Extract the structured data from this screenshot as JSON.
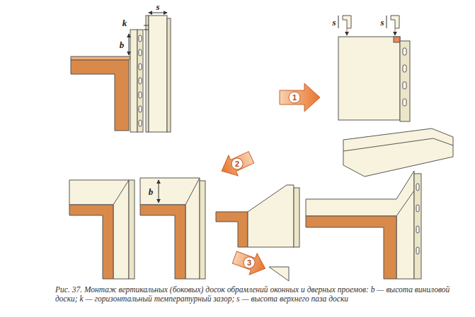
{
  "diagram": {
    "caption": "Рис. 37. Монтаж вертикальных (боковых) досок обрамлений оконных и дверных проемов: b — высота виниловой доски; k — горизонтальный температурный зазор; s — высота верхнего паза доски",
    "labels": [
      "k",
      "b",
      "s",
      "s",
      "s",
      "1",
      "2",
      "b",
      "3"
    ]
  }
}
